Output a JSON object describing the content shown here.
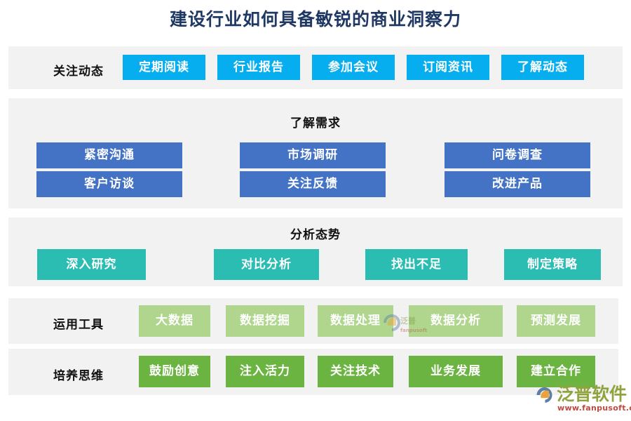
{
  "title": "建设行业如何具备敏锐的商业洞察力",
  "theme": {
    "title_color": "#1F3864",
    "panel_bg": "#F2F2F2",
    "page_bg": "#FFFFFF",
    "cyan": "#06AEEF",
    "blue": "#4472C4",
    "teal": "#2BBDB2",
    "light_green": "#AFD68C",
    "green": "#6CB441"
  },
  "sections": [
    {
      "id": "follow-trends",
      "layout": "label-row",
      "label": "关注动态",
      "color": "cyan",
      "items": [
        "定期阅读",
        "行业报告",
        "参加会议",
        "订阅资讯",
        "了解动态"
      ]
    },
    {
      "id": "understand-needs",
      "layout": "titled-grid",
      "heading": "了解需求",
      "color": "blue",
      "rows": [
        [
          "紧密沟通",
          "市场调研",
          "问卷调查"
        ],
        [
          "客户访谈",
          "关注反馈",
          "改进产品"
        ]
      ]
    },
    {
      "id": "analyze-situation",
      "layout": "titled-row",
      "heading": "分析态势",
      "color": "teal",
      "items": [
        "深入研究",
        "对比分析",
        "找出不足",
        "制定策略"
      ]
    },
    {
      "id": "use-tools",
      "layout": "label-row",
      "label": "运用工具",
      "color": "light_green",
      "items": [
        "大数据",
        "数据挖掘",
        "数据处理",
        "数据分析",
        "预测发展"
      ]
    },
    {
      "id": "cultivate-thinking",
      "layout": "label-row",
      "label": "培养思维",
      "color": "green",
      "items": [
        "鼓励创意",
        "注入活力",
        "关注技术",
        "业务发展",
        "建立合作"
      ]
    }
  ],
  "logo": {
    "name": "泛普软件",
    "url": "www.fanpusoft.com"
  }
}
